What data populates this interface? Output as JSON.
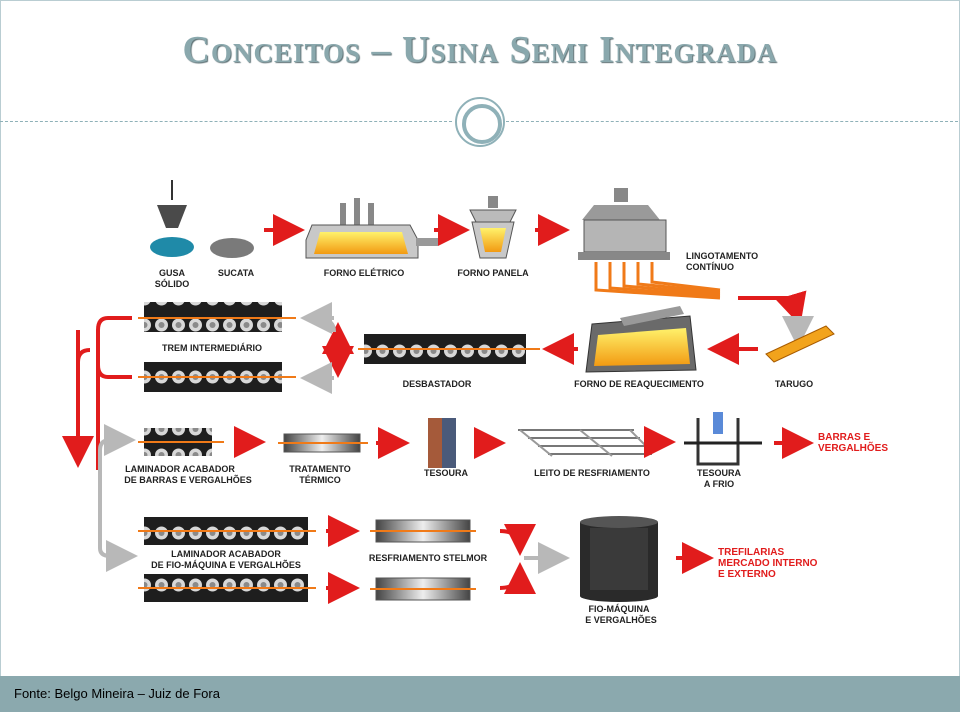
{
  "title": "Conceitos – Usina Semi Integrada",
  "footer": "Fonte: Belgo Mineira – Juiz de Fora",
  "colors": {
    "accent": "#8aa8ad",
    "flow": "#e11c1c",
    "flow_gray": "#b8b8b8",
    "footer_bg": "#8ba9ae"
  },
  "labels": {
    "gusa": [
      "GUSA",
      "SÓLIDO"
    ],
    "sucata": "SUCATA",
    "forno_eletrico": "FORNO ELÉTRICO",
    "forno_panela": "FORNO PANELA",
    "lingotamento": [
      "LINGOTAMENTO",
      "CONTÍNUO"
    ],
    "trem": "TREM INTERMEDIÁRIO",
    "desbastador": "DESBASTADOR",
    "forno_reaquecimento": "FORNO DE REAQUECIMENTO",
    "tarugo": "TARUGO",
    "lam_barras": [
      "LAMINADOR ACABADOR",
      "DE BARRAS E VERGALHÕES"
    ],
    "tratamento": [
      "TRATAMENTO",
      "TÉRMICO"
    ],
    "tesoura": "TESOURA",
    "leito": "LEITO DE RESFRIAMENTO",
    "tesoura_frio": [
      "TESOURA",
      "A FRIO"
    ],
    "barras": [
      "BARRAS E",
      "VERGALHÕES"
    ],
    "lam_fio": [
      "LAMINADOR ACABADOR",
      "DE FIO-MÁQUINA E VERGALHÕES"
    ],
    "stelmor": "RESFRIAMENTO STELMOR",
    "fio_maquina": [
      "FIO-MÁQUINA",
      "E VERGALHÕES"
    ],
    "trefilarias": [
      "TREFILARIAS",
      "MERCADO INTERNO",
      "E EXTERNO"
    ]
  }
}
